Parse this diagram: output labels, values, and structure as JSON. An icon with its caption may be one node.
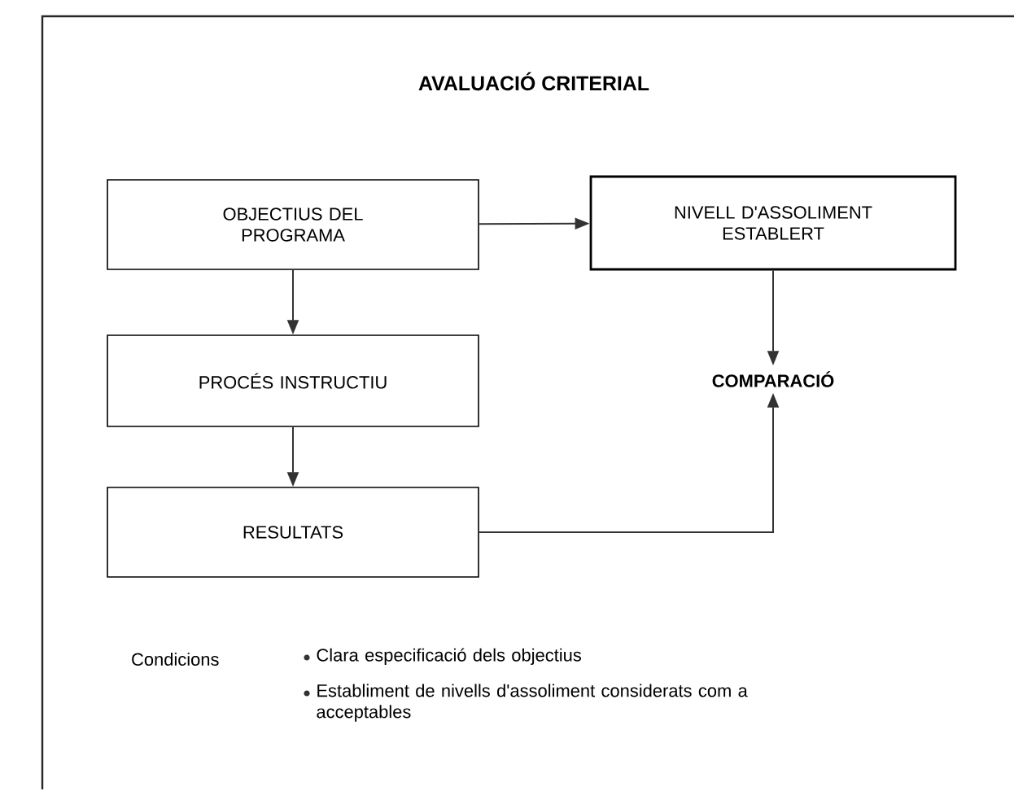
{
  "diagram": {
    "title": "AVALUACIÓ CRITERIAL",
    "nodes": [
      {
        "text": [
          "OBJECTIUS DEL PROGRAMA"
        ]
      },
      {
        "text": [
          "NIVELL D'ASSOLIMENT ESTABLERT"
        ]
      },
      {
        "text": [
          "PROCÉS INSTRUCTIU"
        ]
      },
      {
        "text": [
          "COMPARACIÓ"
        ]
      },
      {
        "text": [
          "RESULTATS"
        ]
      }
    ],
    "edges": [
      {
        "from": 0,
        "to": 1,
        "arrow": "to"
      },
      {
        "from": 0,
        "to": 2,
        "arrow": "to"
      },
      {
        "from": 1,
        "to": 3,
        "arrow": "to"
      },
      {
        "from": 2,
        "to": 4,
        "arrow": "to"
      },
      {
        "from": 4,
        "to": 3,
        "arrow": "to"
      }
    ],
    "labels": [
      "Condicions",
      "Clara especificació dels objectius",
      "Establiment de nivells d'assoliment considerats com a acceptables"
    ]
  }
}
